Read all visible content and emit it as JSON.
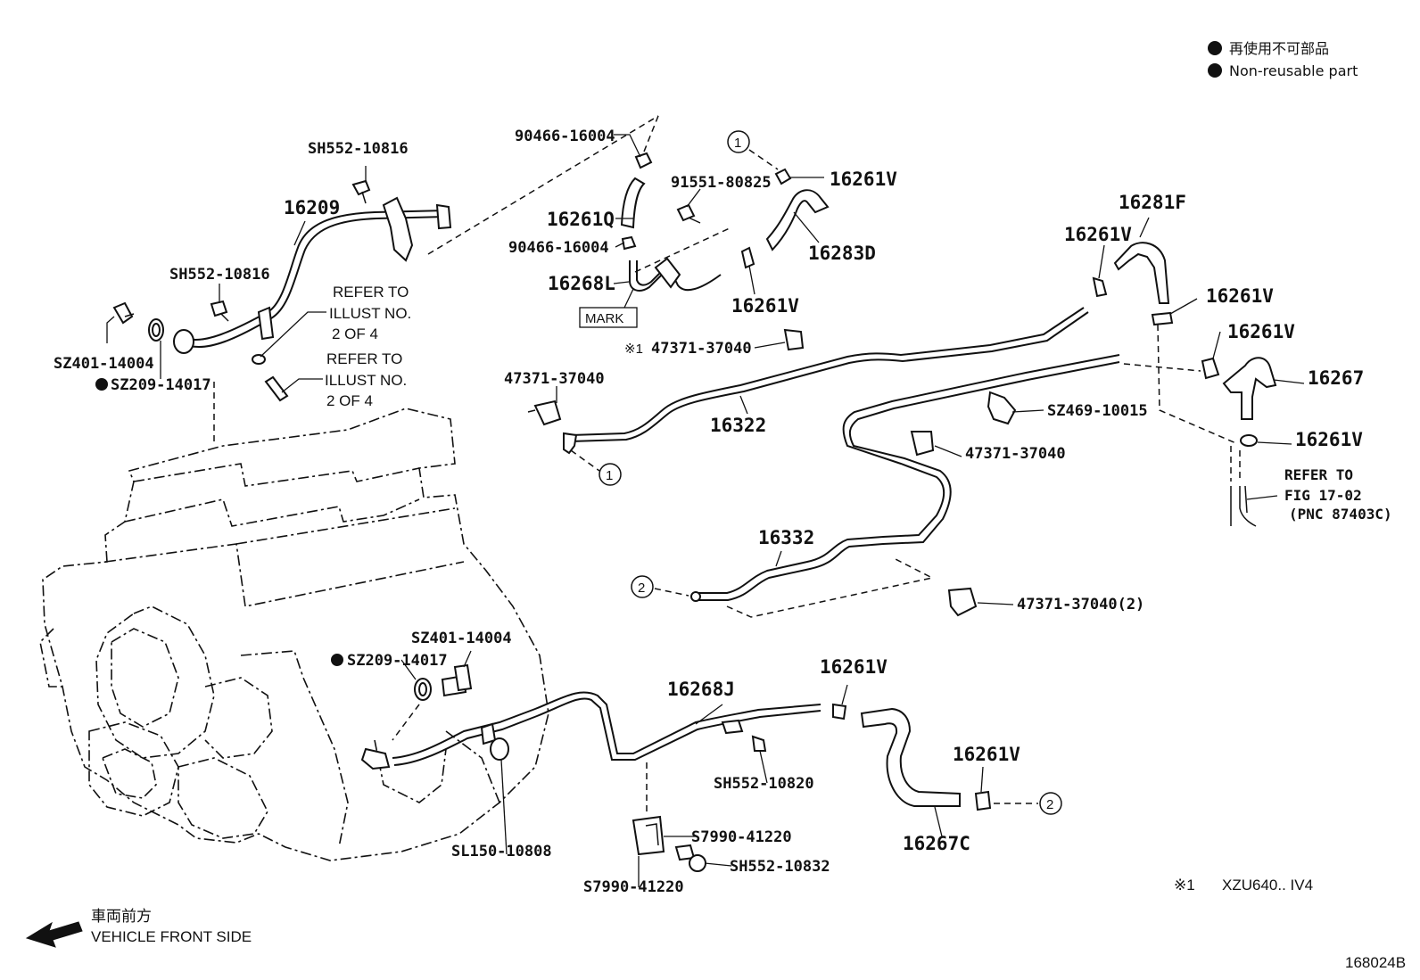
{
  "legend": {
    "non_reusable_jp": "再使用不可部品",
    "non_reusable_en": "Non-reusable part"
  },
  "labels": {
    "p90466_16004_top": "90466-16004",
    "p91551_80825": "91551-80825",
    "p16261v_top": "16261V",
    "p16261q": "16261Q",
    "p90466_16004_mid": "90466-16004",
    "p16283d": "16283D",
    "p16268l": "16268L",
    "p16261v_mid": "16261V",
    "mark": "MARK",
    "note_mark": "※1",
    "p47371_37040_star": "47371-37040",
    "sh552_10816_top": "SH552-10816",
    "p16209": "16209",
    "sh552_10816_mid": "SH552-10816",
    "sz401_14004_left": "SZ401-14004",
    "sz209_14017_left": "SZ209-14017",
    "refer1_l1": "REFER TO",
    "refer1_l2": "ILLUST NO.",
    "refer1_l3": "2 OF 4",
    "refer2_l1": "REFER TO",
    "refer2_l2": "ILLUST NO.",
    "refer2_l3": "2 OF 4",
    "p47371_37040_left": "47371-37040",
    "p16322": "16322",
    "p16281f": "16281F",
    "p16261v_right1": "16261V",
    "p16261v_right2": "16261V",
    "p16261v_right3": "16261V",
    "p16267": "16267",
    "sz469_10015": "SZ469-10015",
    "p47371_37040_mid": "47371-37040",
    "p16261v_right4": "16261V",
    "fig_l1": "REFER TO",
    "fig_l2": "FIG 17-02",
    "fig_l3": "(PNC 87403C)",
    "p16332": "16332",
    "p47371_37040_2": "47371-37040(2)",
    "sz401_14004_bottom": "SZ401-14004",
    "sz209_14017_bottom": "SZ209-14017",
    "p16268j": "16268J",
    "p16261v_bottom1": "16261V",
    "p16261v_bottom2": "16261V",
    "sh552_10820": "SH552-10820",
    "p16267c": "16267C",
    "sl150_10808": "SL150-10808",
    "s7990_41220_a": "S7990-41220",
    "sh552_10832": "SH552-10832",
    "s7990_41220_b": "S7990-41220",
    "footnote_mark": "※1",
    "footnote_text": "XZU640.. IV4",
    "direction_jp": "車両前方",
    "direction_en": "VEHICLE FRONT SIDE",
    "diagram_no": "168024B"
  },
  "callouts": {
    "c1": "1",
    "c2": "2"
  }
}
